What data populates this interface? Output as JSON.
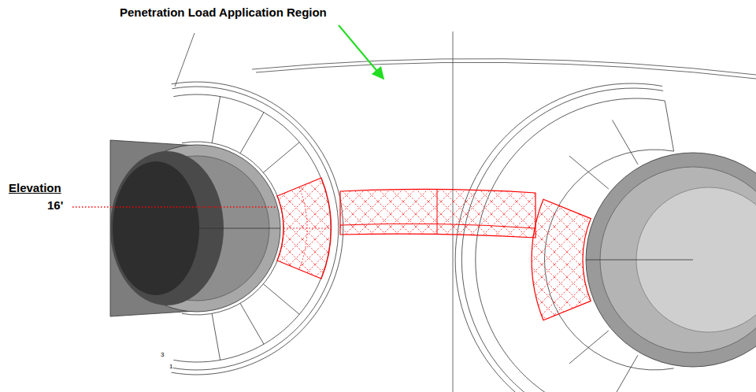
{
  "diagram": {
    "labels": [
      "Penetration Load Application Region",
      "Elevation",
      "16'",
      "3",
      "1"
    ]
  }
}
